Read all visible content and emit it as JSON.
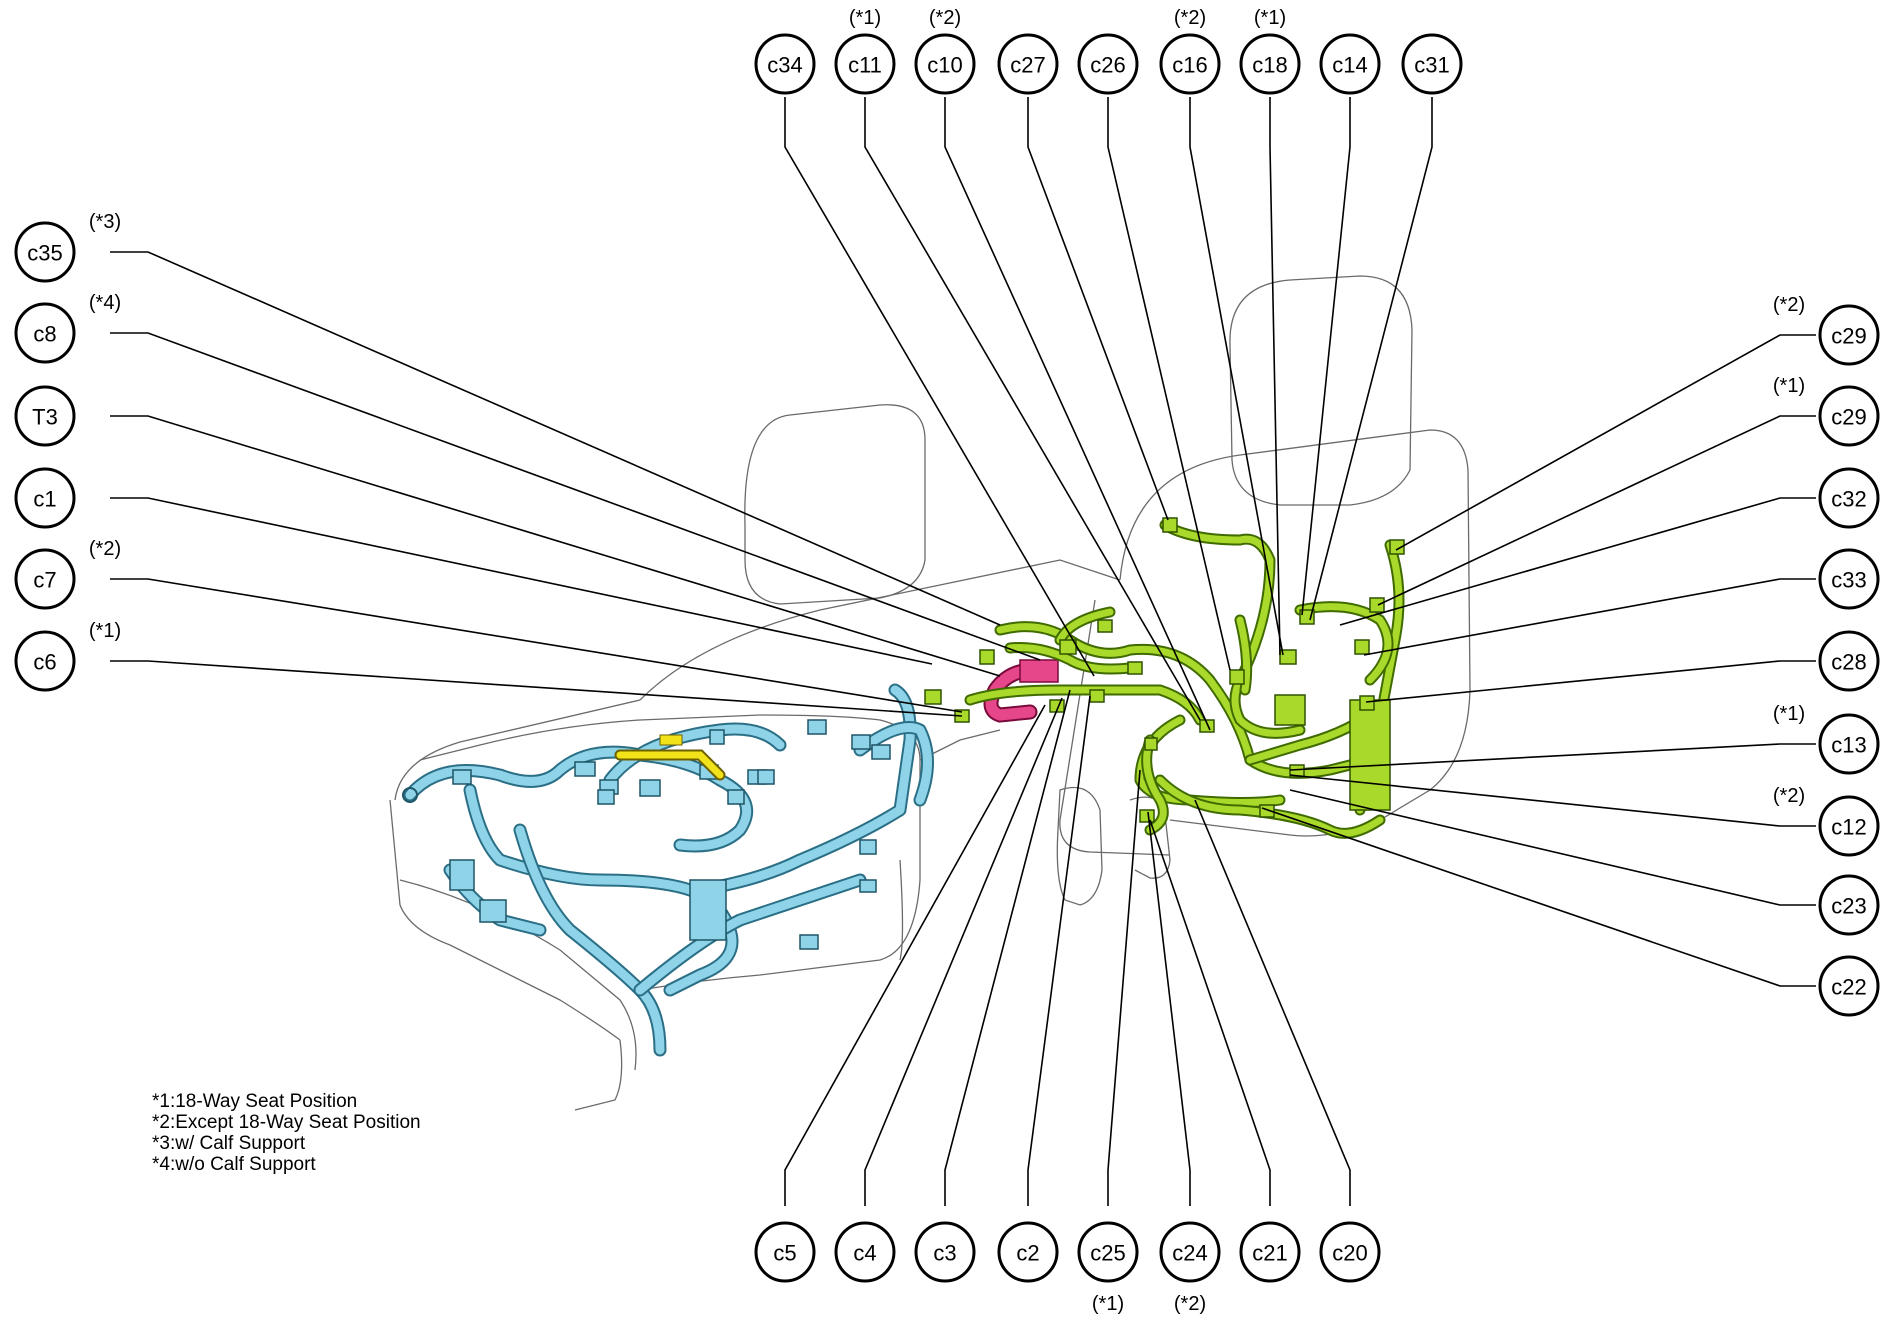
{
  "callouts": {
    "top": [
      {
        "label": "c34",
        "note": ""
      },
      {
        "label": "c11",
        "note": "(*1)"
      },
      {
        "label": "c10",
        "note": "(*2)"
      },
      {
        "label": "c27",
        "note": ""
      },
      {
        "label": "c26",
        "note": ""
      },
      {
        "label": "c16",
        "note": "(*2)"
      },
      {
        "label": "c18",
        "note": "(*1)"
      },
      {
        "label": "c14",
        "note": ""
      },
      {
        "label": "c31",
        "note": ""
      }
    ],
    "left": [
      {
        "label": "c35",
        "note": "(*3)"
      },
      {
        "label": "c8",
        "note": "(*4)"
      },
      {
        "label": "T3",
        "note": ""
      },
      {
        "label": "c1",
        "note": ""
      },
      {
        "label": "c7",
        "note": "(*2)"
      },
      {
        "label": "c6",
        "note": "(*1)"
      }
    ],
    "right": [
      {
        "label": "c29",
        "note": "(*2)"
      },
      {
        "label": "c29",
        "note": "(*1)"
      },
      {
        "label": "c32",
        "note": ""
      },
      {
        "label": "c33",
        "note": ""
      },
      {
        "label": "c28",
        "note": ""
      },
      {
        "label": "c13",
        "note": "(*1)"
      },
      {
        "label": "c12",
        "note": "(*2)"
      },
      {
        "label": "c23",
        "note": ""
      },
      {
        "label": "c22",
        "note": ""
      }
    ],
    "bottom": [
      {
        "label": "c5",
        "note": ""
      },
      {
        "label": "c4",
        "note": ""
      },
      {
        "label": "c3",
        "note": ""
      },
      {
        "label": "c2",
        "note": ""
      },
      {
        "label": "c25",
        "note": "(*1)"
      },
      {
        "label": "c24",
        "note": "(*2)"
      },
      {
        "label": "c21",
        "note": ""
      },
      {
        "label": "c20",
        "note": ""
      }
    ]
  },
  "legend": [
    "*1:18-Way Seat Position",
    "*2:Except 18-Way Seat Position",
    "*3:w/ Calf Support",
    "*4:w/o Calf Support"
  ],
  "colors": {
    "seat_harness": "#8fd3e8",
    "seatback_harness": "#a9d92a",
    "yellow_harness": "#f2e21a",
    "pink_harness": "#e6468a",
    "callout_stroke": "#000000"
  }
}
